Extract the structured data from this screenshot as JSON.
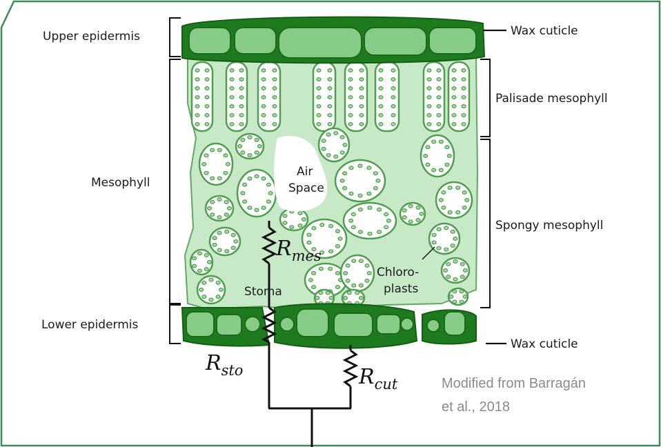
{
  "labels": {
    "upper_epidermis": "Upper epidermis",
    "mesophyll": "Mesophyll",
    "lower_epidermis": "Lower epidermis",
    "wax_cuticle_top": "Wax cuticle",
    "wax_cuticle_bottom": "Wax cuticle",
    "palisade_mesophyll": "Palisade mesophyll",
    "spongy_mesophyll": "Spongy mesophyll",
    "air_space_1": "Air",
    "air_space_2": "Space",
    "stoma": "Stoma",
    "chloroplasts_1": "Chloro-",
    "chloroplasts_2": "plasts"
  },
  "resistors": {
    "mes": {
      "symbol": "R",
      "subscript": "mes"
    },
    "sto": {
      "symbol": "R",
      "subscript": "sto"
    },
    "cut": {
      "symbol": "R",
      "subscript": "cut"
    }
  },
  "credit": {
    "line1": "Modified from Barragán",
    "line2": "et al., 2018"
  },
  "colors": {
    "frame": "#3f8a5a",
    "epidermis_dark": "#1e7a1e",
    "epidermis_cell": "#86cb86",
    "tissue": "#c8e9c8",
    "cell_outline": "#4f9e4f",
    "credit_text": "#8a8a8a"
  }
}
